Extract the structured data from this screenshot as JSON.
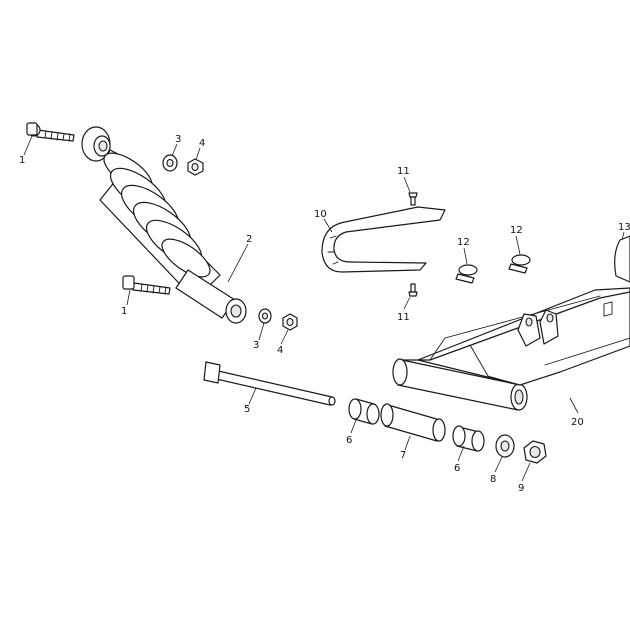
{
  "diagram": {
    "callouts": [
      {
        "id": "c1a",
        "text": "1"
      },
      {
        "id": "c1b",
        "text": "1"
      },
      {
        "id": "c2",
        "text": "2"
      },
      {
        "id": "c3a",
        "text": "3"
      },
      {
        "id": "c3b",
        "text": "3"
      },
      {
        "id": "c4a",
        "text": "4"
      },
      {
        "id": "c4b",
        "text": "4"
      },
      {
        "id": "c5",
        "text": "5"
      },
      {
        "id": "c6a",
        "text": "6"
      },
      {
        "id": "c6b",
        "text": "6"
      },
      {
        "id": "c7",
        "text": "7"
      },
      {
        "id": "c8",
        "text": "8"
      },
      {
        "id": "c9",
        "text": "9"
      },
      {
        "id": "c10",
        "text": "10"
      },
      {
        "id": "c11a",
        "text": "11"
      },
      {
        "id": "c11b",
        "text": "11"
      },
      {
        "id": "c12a",
        "text": "12"
      },
      {
        "id": "c12b",
        "text": "12"
      },
      {
        "id": "c13",
        "text": "13"
      },
      {
        "id": "c20",
        "text": "20"
      }
    ]
  }
}
